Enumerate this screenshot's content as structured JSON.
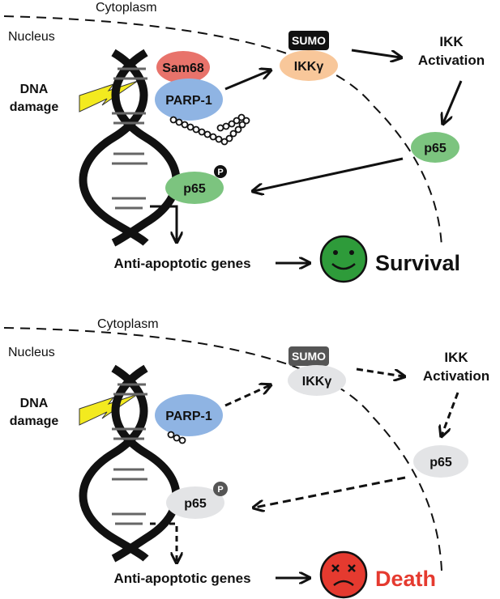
{
  "panels": [
    {
      "cytoplasm_label": "Cytoplasm",
      "nucleus_label": "Nucleus",
      "dna_damage_label_line1": "DNA",
      "dna_damage_label_line2": "damage",
      "sam68_label": "Sam68",
      "parp_label": "PARP-1",
      "sumo_label": "SUMO",
      "ikk_gamma_label": "IKKγ",
      "ikk_activation_line1": "IKK",
      "ikk_activation_line2": "Activation",
      "p65_cytoplasm_label": "p65",
      "p65_nuclear_label": "p65",
      "phospho_label": "P",
      "genes_label": "Anti-apoptotic genes",
      "outcome_label": "Survival"
    },
    {
      "cytoplasm_label": "Cytoplasm",
      "nucleus_label": "Nucleus",
      "dna_damage_label_line1": "DNA",
      "dna_damage_label_line2": "damage",
      "parp_label": "PARP-1",
      "sumo_label": "SUMO",
      "ikk_gamma_label": "IKKγ",
      "ikk_activation_line1": "IKK",
      "ikk_activation_line2": "Activation",
      "p65_cytoplasm_label": "p65",
      "p65_nuclear_label": "p65",
      "phospho_label": "P",
      "genes_label": "Anti-apoptotic genes",
      "outcome_label": "Death"
    }
  ],
  "colors": {
    "sam68": "#e8736b",
    "parp": "#8fb4e3",
    "ikk_active": "#f8c79a",
    "p65_active": "#7cc47f",
    "inactive": "#e3e4e6",
    "sumo_active": "#111111",
    "sumo_inactive": "#555555",
    "survival_face": "#2e9b3a",
    "death_face": "#e53a2f",
    "death_text": "#e53a2f",
    "lightning": "#f3ea1f"
  }
}
